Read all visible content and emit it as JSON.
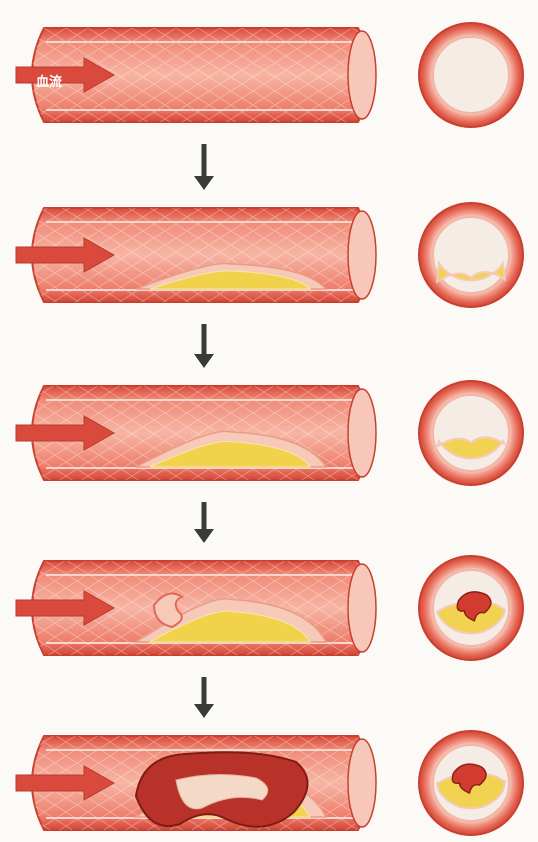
{
  "flow_label": "血流",
  "colors": {
    "vessel_outer": "#e8604f",
    "vessel_inner": "#f4a08e",
    "vessel_highlight": "#fbd6cc",
    "lumen": "#f7c2b4",
    "plaque": "#f2d24a",
    "plaque_edge": "#f6e9a8",
    "clot": "#b8322a",
    "arrow": "#d94a3c",
    "step_arrow": "#3a3a3a"
  },
  "stages": [
    {
      "id": "stage-1",
      "plaque_level": 0,
      "clot": false
    },
    {
      "id": "stage-2",
      "plaque_level": 0.3,
      "clot": false
    },
    {
      "id": "stage-3",
      "plaque_level": 0.5,
      "clot": false
    },
    {
      "id": "stage-4",
      "plaque_level": 0.65,
      "clot": "small"
    },
    {
      "id": "stage-5",
      "plaque_level": 0.7,
      "clot": "large"
    }
  ]
}
